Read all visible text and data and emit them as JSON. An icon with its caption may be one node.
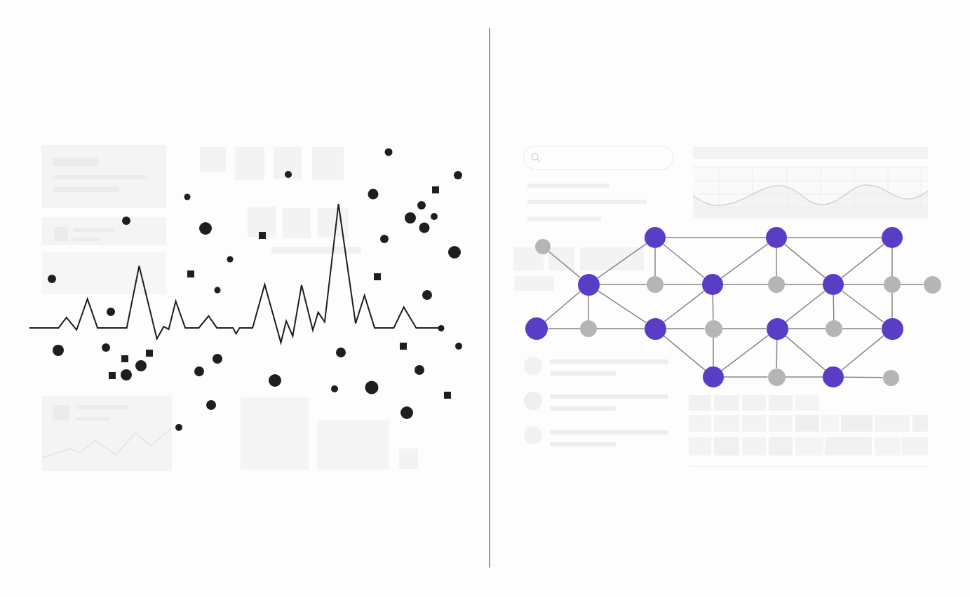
{
  "diagram": {
    "nodes": [
      {
        "text": [],
        "shape": "circle"
      },
      {
        "text": [],
        "shape": "circle"
      },
      {
        "text": [],
        "shape": "circle"
      },
      {
        "text": [],
        "shape": "circle"
      },
      {
        "text": [],
        "shape": "circle"
      },
      {
        "text": [],
        "shape": "circle"
      },
      {
        "text": [],
        "shape": "circle"
      },
      {
        "text": [],
        "shape": "circle"
      },
      {
        "text": [],
        "shape": "circle"
      },
      {
        "text": [],
        "shape": "circle"
      },
      {
        "text": [],
        "shape": "circle"
      },
      {
        "text": [],
        "shape": "circle"
      },
      {
        "text": [],
        "shape": "circle"
      },
      {
        "text": [],
        "shape": "circle"
      },
      {
        "text": [],
        "shape": "circle"
      },
      {
        "text": [],
        "shape": "circle"
      },
      {
        "text": [],
        "shape": "circle"
      },
      {
        "text": [],
        "shape": "circle"
      },
      {
        "text": [],
        "shape": "circle"
      },
      {
        "text": [],
        "shape": "circle"
      },
      {
        "text": [],
        "shape": "circle"
      },
      {
        "text": [],
        "shape": "circle"
      }
    ],
    "edges": [
      {
        "from": 3,
        "to": 4,
        "arrow": "none"
      },
      {
        "from": 4,
        "to": 0,
        "arrow": "none"
      },
      {
        "from": 0,
        "to": 1,
        "arrow": "none"
      },
      {
        "from": 1,
        "to": 2,
        "arrow": "none"
      },
      {
        "from": 0,
        "to": 5,
        "arrow": "none"
      },
      {
        "from": 0,
        "to": 6,
        "arrow": "none"
      },
      {
        "from": 6,
        "to": 1,
        "arrow": "none"
      },
      {
        "from": 1,
        "to": 7,
        "arrow": "none"
      },
      {
        "from": 1,
        "to": 8,
        "arrow": "none"
      },
      {
        "from": 8,
        "to": 2,
        "arrow": "none"
      },
      {
        "from": 2,
        "to": 9,
        "arrow": "none"
      },
      {
        "from": 4,
        "to": 5,
        "arrow": "none"
      },
      {
        "from": 5,
        "to": 6,
        "arrow": "none"
      },
      {
        "from": 6,
        "to": 7,
        "arrow": "none"
      },
      {
        "from": 7,
        "to": 8,
        "arrow": "none"
      },
      {
        "from": 8,
        "to": 9,
        "arrow": "none"
      },
      {
        "from": 9,
        "to": 10,
        "arrow": "none"
      },
      {
        "from": 4,
        "to": 11,
        "arrow": "none"
      },
      {
        "from": 4,
        "to": 12,
        "arrow": "none"
      },
      {
        "from": 4,
        "to": 13,
        "arrow": "none"
      },
      {
        "from": 6,
        "to": 13,
        "arrow": "none"
      },
      {
        "from": 6,
        "to": 14,
        "arrow": "none"
      },
      {
        "from": 8,
        "to": 15,
        "arrow": "none"
      },
      {
        "from": 8,
        "to": 16,
        "arrow": "none"
      },
      {
        "from": 8,
        "to": 17,
        "arrow": "none"
      },
      {
        "from": 9,
        "to": 17,
        "arrow": "none"
      },
      {
        "from": 11,
        "to": 12,
        "arrow": "none"
      },
      {
        "from": 12,
        "to": 13,
        "arrow": "none"
      },
      {
        "from": 13,
        "to": 14,
        "arrow": "none"
      },
      {
        "from": 14,
        "to": 15,
        "arrow": "none"
      },
      {
        "from": 15,
        "to": 16,
        "arrow": "none"
      },
      {
        "from": 16,
        "to": 17,
        "arrow": "none"
      },
      {
        "from": 13,
        "to": 18,
        "arrow": "none"
      },
      {
        "from": 14,
        "to": 18,
        "arrow": "none"
      },
      {
        "from": 18,
        "to": 15,
        "arrow": "none"
      },
      {
        "from": 15,
        "to": 19,
        "arrow": "none"
      },
      {
        "from": 15,
        "to": 20,
        "arrow": "none"
      },
      {
        "from": 20,
        "to": 17,
        "arrow": "none"
      },
      {
        "from": 18,
        "to": 19,
        "arrow": "none"
      },
      {
        "from": 19,
        "to": 20,
        "arrow": "none"
      },
      {
        "from": 20,
        "to": 21,
        "arrow": "none"
      }
    ]
  }
}
